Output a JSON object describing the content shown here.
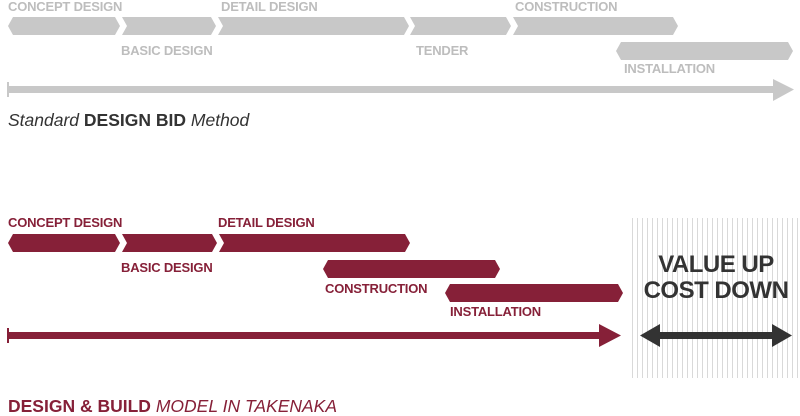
{
  "colors": {
    "standard": "#c8c8c8",
    "standard_text": "#bdbdbd",
    "takenaka": "#862038",
    "value_arrow": "#333333",
    "stripe": "#d9d9d9"
  },
  "standard_method": {
    "caption": {
      "prefix": "Standard",
      "bold": "DESIGN BID",
      "suffix": "Method"
    },
    "phases": [
      {
        "label": "CONCEPT DESIGN"
      },
      {
        "label": "BASIC DESIGN"
      },
      {
        "label": "DETAIL DESIGN"
      },
      {
        "label": "TENDER"
      },
      {
        "label": "CONSTRUCTION"
      },
      {
        "label": "INSTALLATION"
      }
    ]
  },
  "takenaka_model": {
    "caption": {
      "bold": "DESIGN & BUILD",
      "suffix": "MODEL IN TAKENAKA"
    },
    "phases": [
      {
        "label": "CONCEPT DESIGN"
      },
      {
        "label": "BASIC DESIGN"
      },
      {
        "label": "DETAIL DESIGN"
      },
      {
        "label": "CONSTRUCTION"
      },
      {
        "label": "INSTALLATION"
      }
    ]
  },
  "benefit": {
    "line1": "VALUE UP",
    "line2": "COST DOWN"
  }
}
